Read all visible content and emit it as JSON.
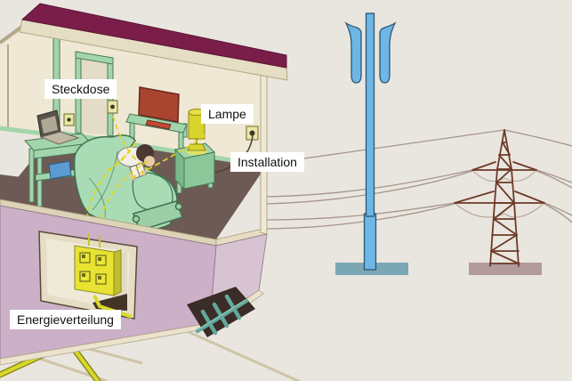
{
  "scene": {
    "labels": {
      "steckdose": "Steckdose",
      "lampe": "Lampe",
      "installation": "Installation",
      "energieverteilung": "Energieverteilung"
    },
    "objects": [
      "house-cutaway",
      "bedroom",
      "bed",
      "person-reading",
      "pillow",
      "book",
      "tv",
      "tv-bench",
      "laptop",
      "desk",
      "router",
      "nightstand",
      "table-lamp",
      "wall-socket",
      "lamp-cord",
      "distribution-box",
      "underground-cable",
      "cable-duct",
      "ground-paths",
      "mobile-phone-mast",
      "antenna-panel",
      "mast-base",
      "power-pylon",
      "pylon-base",
      "power-lines",
      "field-lines"
    ]
  },
  "colors": {
    "bg": "#e9e6df",
    "roof": "#7a1e49",
    "trimCream": "#e5ddc4",
    "trimLine": "#b3a786",
    "wallCream": "#efe8d4",
    "doorInset": "#e4dcc6",
    "floorDark": "#6e5a55",
    "greenLight": "#a3d5ac",
    "greenMid": "#8cc79a",
    "greenDark": "#4a7a58",
    "pinkFront": "#cbb0c7",
    "pinkSide": "#d8c3d2",
    "slab": "#ddd3b6",
    "foundation": "#eae3cd",
    "boxYellow": "#e8e333",
    "oliveDark": "#8a8a1e",
    "dashYellow": "#e3d51d",
    "cableYellow": "#d9d829",
    "notchDark": "#3a2c26",
    "pipeTeal": "#62a89d",
    "mastBlue": "#6db6e6",
    "mastStroke": "#2c586e",
    "mastBase": "#7ba7b5",
    "pylonBrown": "#6e3a28",
    "pylonBase": "#b49b9b",
    "garland": "#b9a99c",
    "wire": "#a5958b",
    "tvRed": "#a84430",
    "hair": "#4a3831",
    "skin": "#eac9a6",
    "labelBg": "#ffffff",
    "labelText": "#111111"
  }
}
